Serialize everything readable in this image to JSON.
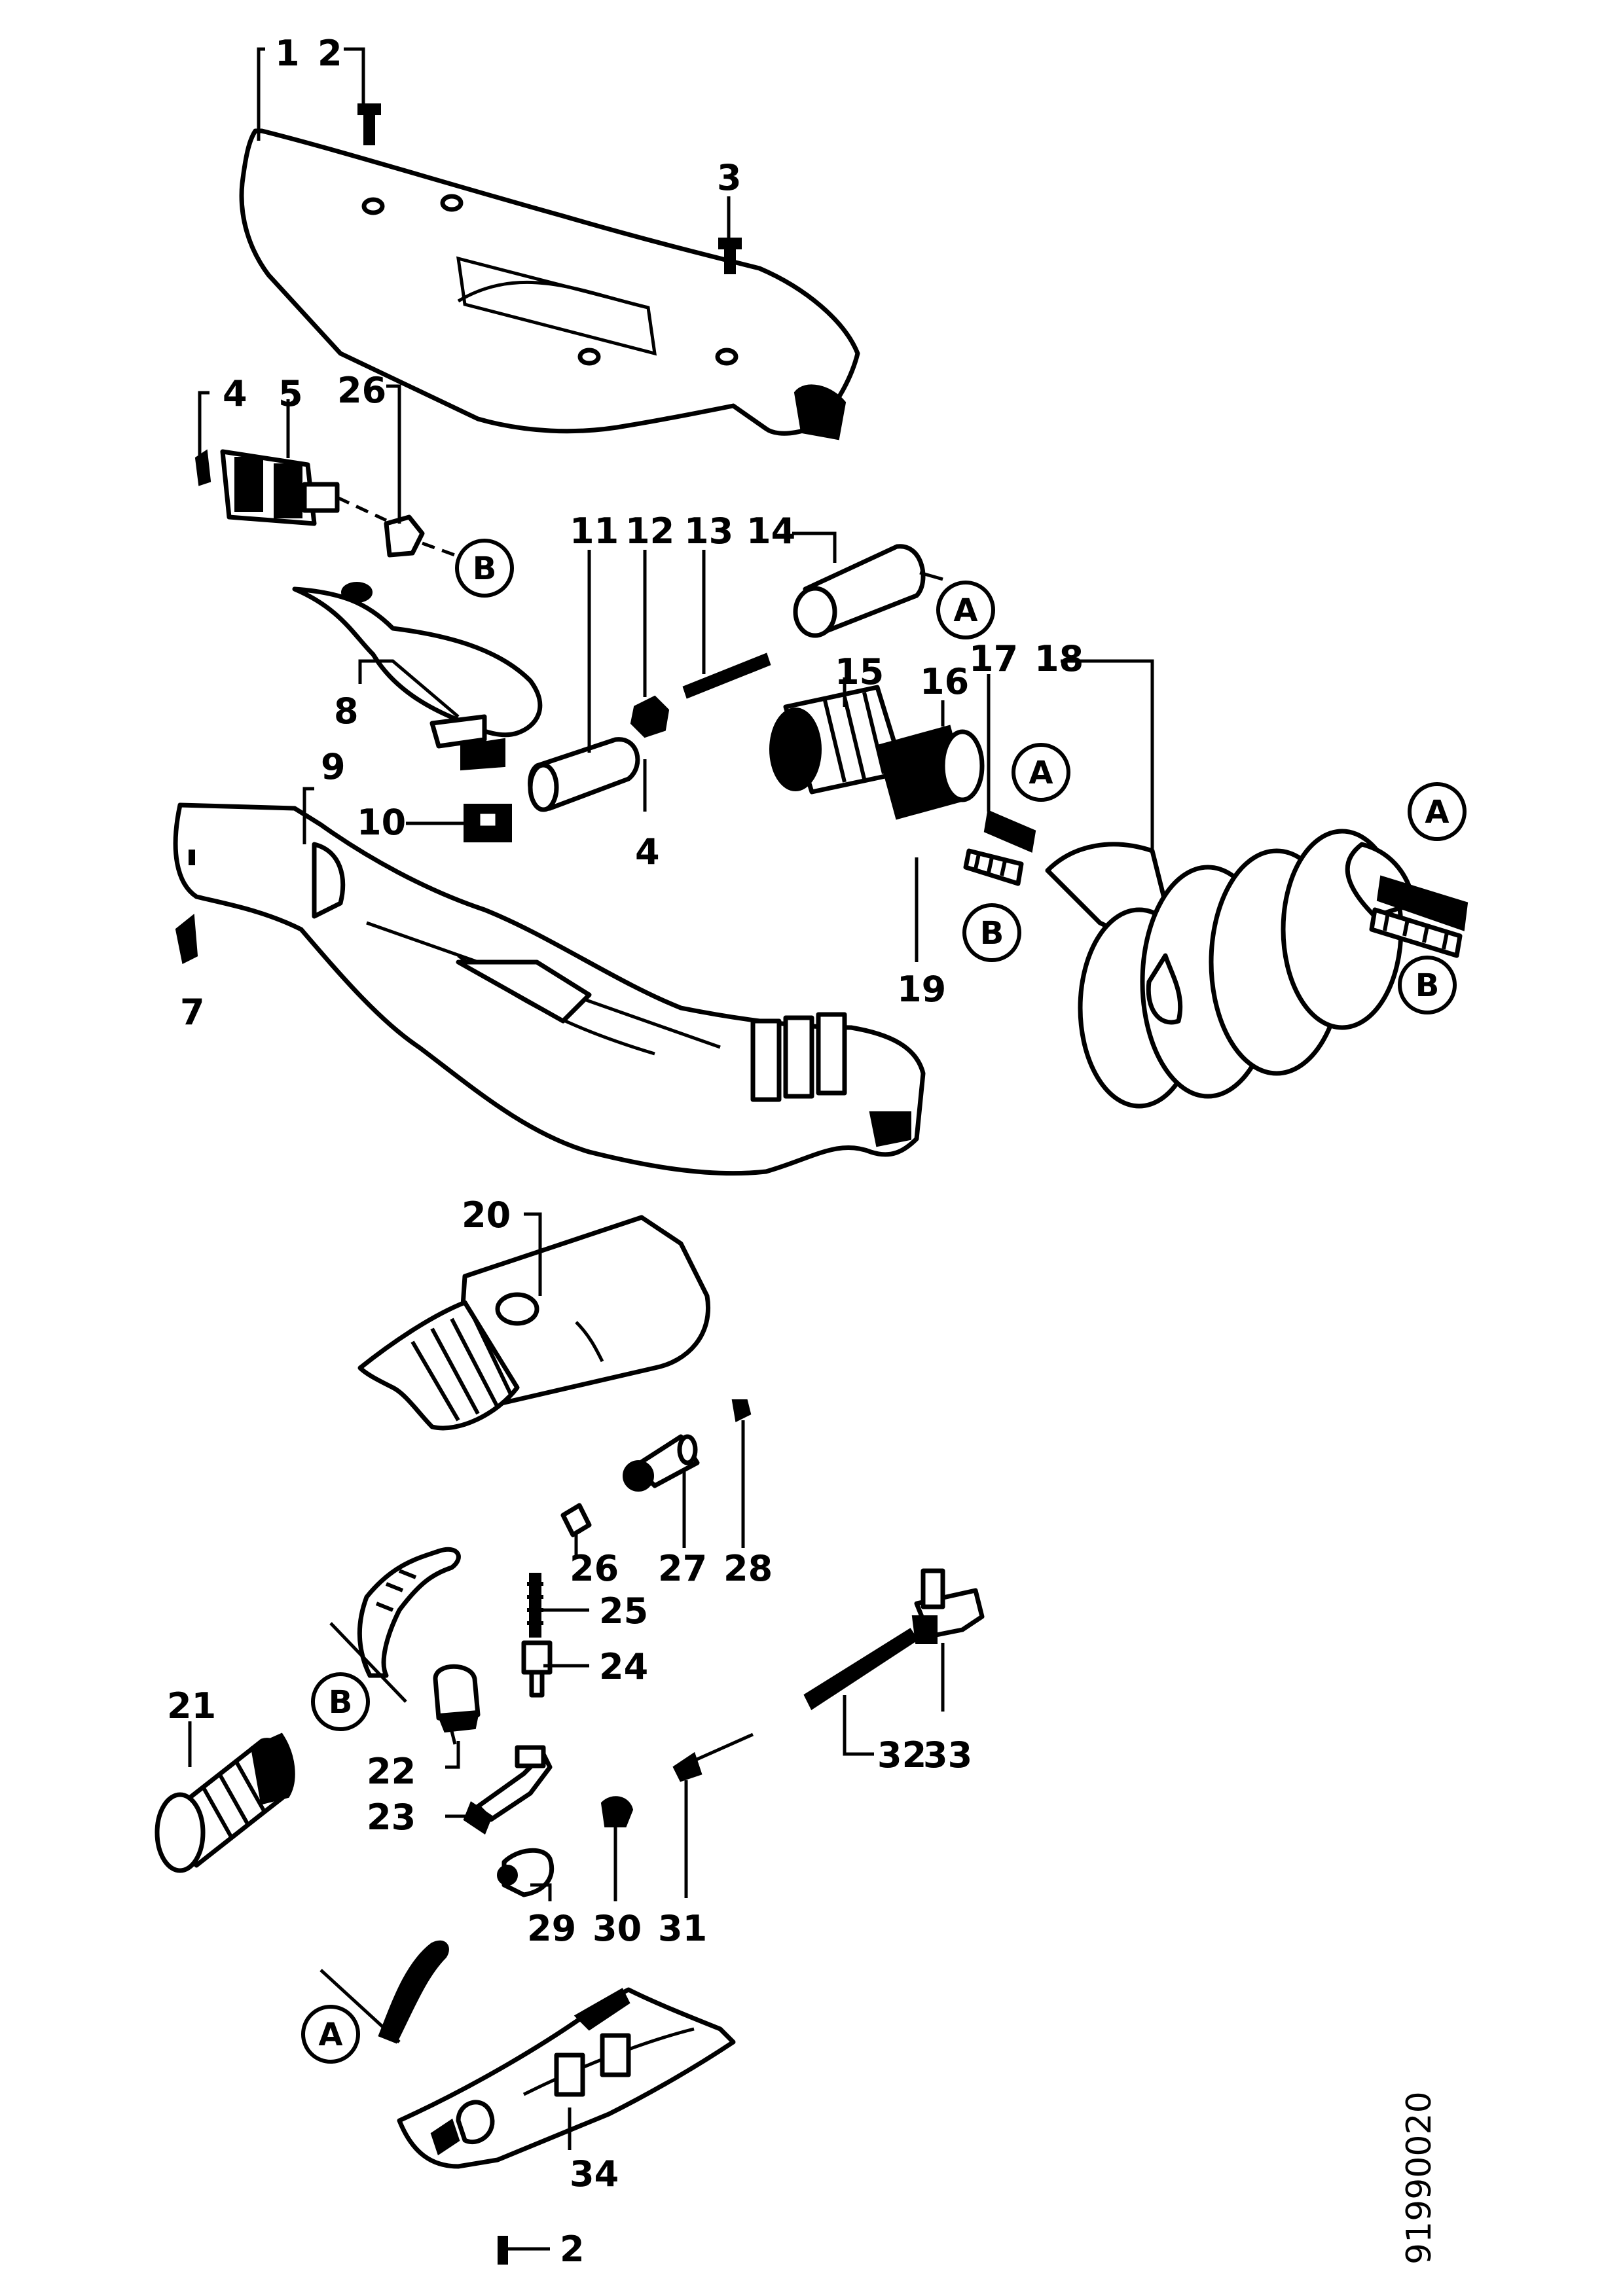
{
  "labels": {
    "p1": "1",
    "p2a": "2",
    "p2b": "2",
    "p3": "3",
    "p4a": "4",
    "p4b": "4",
    "p5": "5",
    "p7": "7",
    "p8": "8",
    "p9": "9",
    "p10": "10",
    "p11": "11",
    "p12": "12",
    "p13": "13",
    "p14": "14",
    "p15": "15",
    "p16": "16",
    "p17": "17",
    "p18": "18",
    "p19": "19",
    "p20": "20",
    "p21": "21",
    "p22": "22",
    "p23": "23",
    "p24": "24",
    "p25": "25",
    "p26a": "26",
    "p26b": "26",
    "p27": "27",
    "p28": "28",
    "p29": "29",
    "p30": "30",
    "p31": "31",
    "p32": "32",
    "p33": "33",
    "p34": "34"
  },
  "refs": {
    "a1": "A",
    "a2": "A",
    "a3": "A",
    "a4": "A",
    "b1": "B",
    "b2": "B",
    "b3": "B",
    "b4": "B"
  },
  "document_id": "91990020"
}
